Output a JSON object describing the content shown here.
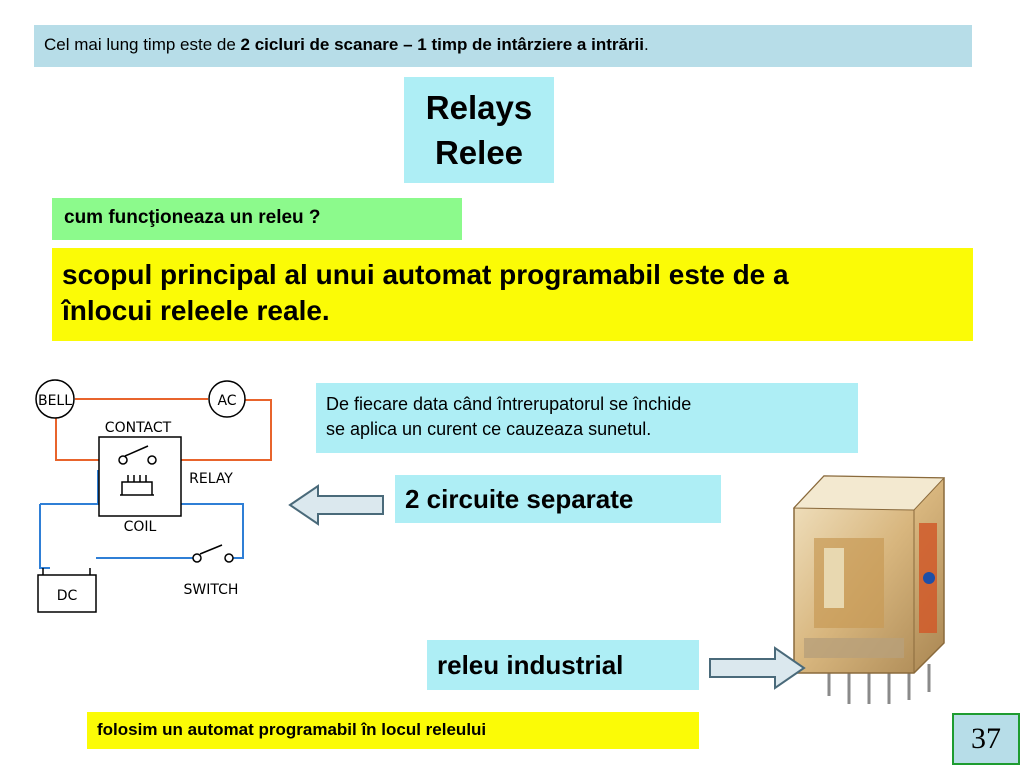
{
  "top_note": {
    "prefix": "Cel mai lung timp este de ",
    "bold": "2 cicluri de scanare – 1 timp de intârziere a intrării",
    "suffix": "."
  },
  "title": {
    "line1": "Relays",
    "line2": "Relee"
  },
  "question": "cum funcţioneaza un releu ?",
  "purpose": {
    "line1": "scopul principal al unui automat programabil este de a",
    "line2": "înlocui releele reale."
  },
  "explanation": {
    "line1": "De fiecare data când întrerupatorul se închide",
    "line2": "se aplica un curent ce cauzeaza sunetul."
  },
  "circuits_label": "2 circuite separate",
  "industrial_label": "releu industrial",
  "bottom_note": "folosim un automat programabil în locul releului",
  "page_number": "37",
  "diagram": {
    "bell": "BELL",
    "ac": "AC",
    "contact": "CONTACT",
    "relay": "RELAY",
    "coil": "COIL",
    "dc": "DC",
    "switch": "SWITCH"
  },
  "colors": {
    "load_circuit": "#e8642c",
    "control_circuit": "#2f7fd6",
    "accent_yellow": "#fbfb06",
    "accent_cyan": "#aeeef5"
  }
}
